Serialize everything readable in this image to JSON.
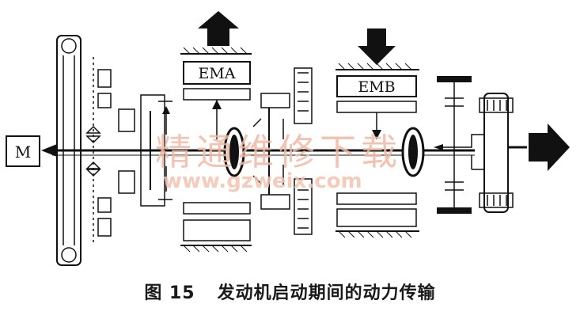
{
  "diagram": {
    "motor_label": "M",
    "ema_label": "EMA",
    "emb_label": "EMB"
  },
  "caption": {
    "figure_number": "图 15",
    "title": "发动机启动期间的动力传输"
  },
  "watermark": {
    "site_name": "精通维修下载",
    "url": "www.gzweix.com"
  },
  "colors": {
    "line": "#111111",
    "power_flow": "#111111",
    "watermark": "#f2b9a4"
  }
}
